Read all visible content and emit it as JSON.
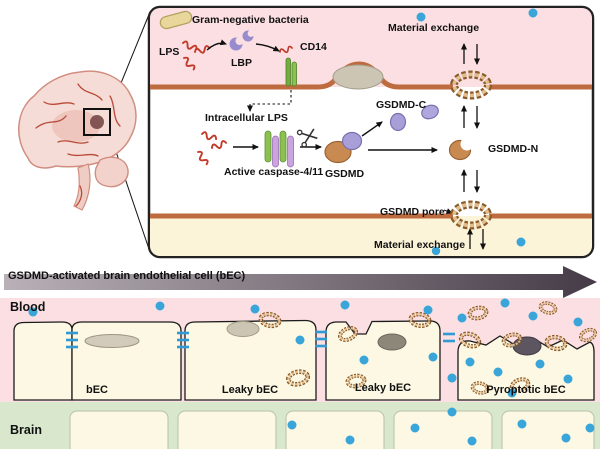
{
  "inset": {
    "labels": {
      "bacteria": "Gram-negative bacteria",
      "lps": "LPS",
      "lbp": "LBP",
      "cd14": "CD14",
      "material_exchange_top": "Material exchange",
      "intracellular_lps": "Intracellular LPS",
      "active_caspase": "Active caspase-4/11",
      "gsdmd": "GSDMD",
      "gsdmd_c": "GSDMD-C",
      "gsdmd_n": "GSDMD-N",
      "gsdmd_pore": "GSDMD pore",
      "material_exchange_bottom": "Material exchange"
    }
  },
  "timeline": {
    "arrow_label": "GSDMD-activated brain endothelial cell (bEC)",
    "blood_label": "Blood",
    "brain_label": "Brain",
    "cell_labels": [
      "bEC",
      "Leaky bEC",
      "Leaky bEC",
      "Pyroptotic bEC"
    ]
  },
  "icons": {
    "bacterium": "capsule-shape",
    "lps": "red-squiggle",
    "lbp": "purple-crescents",
    "cd14": "green-receptor-bars",
    "scissors": "crossed-blades",
    "gsdmd_pore": "segmented-barrel-ring",
    "material": "blue-dot",
    "tight_junction": "stacked-blue-dashes"
  },
  "colors": {
    "blood_pink": "#fbdfe2",
    "inset_cream": "#fcf4d9",
    "cell_cream": "#fdf8e3",
    "brain_green": "#d9e8cd",
    "membrane_brown": "#bf6b40",
    "pore_dark": "#8a5a28",
    "pore_light": "#e2bd8d",
    "dot_blue": "#3aa5d9",
    "caspase_green": "#8cc152",
    "caspase_purple": "#cba4de",
    "gsdmd_brown": "#c98a52",
    "gsdmd_purple": "#a89ed8",
    "lbp_purple": "#988cce",
    "cd14_green": "#6fae3e",
    "lps_red": "#c23a2a",
    "arrow_gradient_start": "#b9b1b7",
    "arrow_gradient_end": "#453b47",
    "nucleus_tan": "#cdc5b4",
    "nucleus_dark": "#5d5560"
  }
}
